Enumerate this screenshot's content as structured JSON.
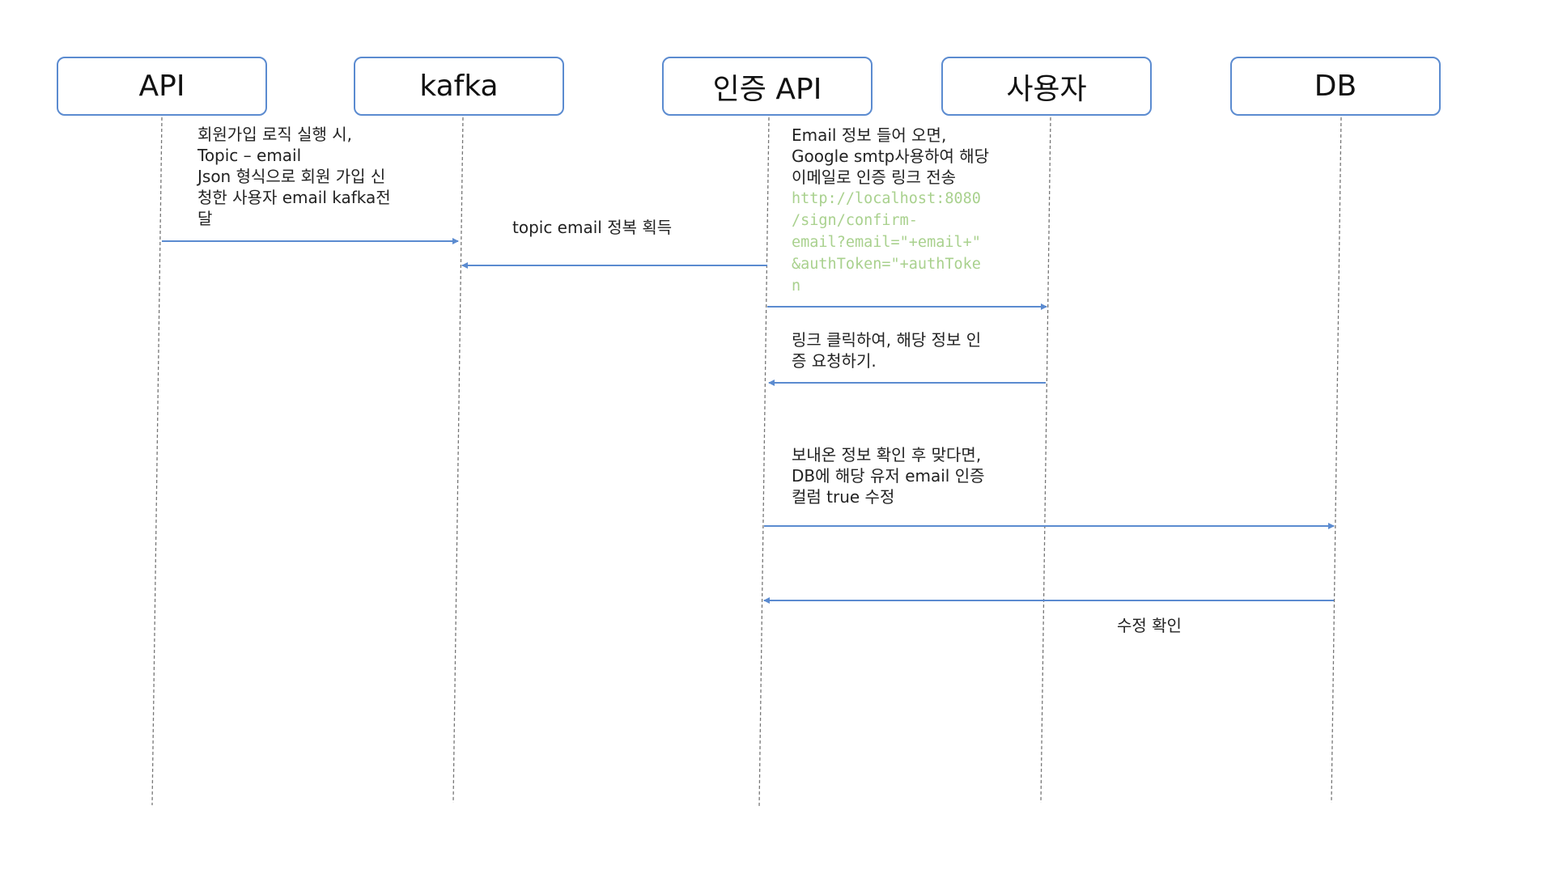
{
  "lifelines": [
    {
      "id": "api",
      "label": "API"
    },
    {
      "id": "kafka",
      "label": "kafka"
    },
    {
      "id": "auth_api",
      "label": "인증 API"
    },
    {
      "id": "user",
      "label": "사용자"
    },
    {
      "id": "db",
      "label": "DB"
    }
  ],
  "messages": [
    {
      "from": "api",
      "to": "kafka",
      "note": [
        "회원가입 로직 실행 시,",
        "Topic – email",
        "Json 형식으로 회원 가입 신",
        "청한 사용자 email kafka전",
        "달"
      ]
    },
    {
      "from": "auth_api",
      "to": "kafka",
      "note": [
        "topic email 정복 획득"
      ]
    },
    {
      "from": "auth_api",
      "to": "user",
      "note": [
        "Email 정보 들어 오면,",
        "Google smtp사용하여 해당",
        "이메일로 인증 링크 전송"
      ],
      "code": [
        "http://localhost:8080",
        "/sign/confirm-",
        "email?email=\"+email+\"",
        "&authToken=\"+authToke",
        "n"
      ]
    },
    {
      "from": "user",
      "to": "auth_api",
      "note": [
        "링크 클릭하여, 해당 정보 인",
        "증 요청하기."
      ]
    },
    {
      "from": "auth_api",
      "to": "db",
      "note": [
        "보내온 정보 확인 후 맞다면,",
        "DB에 해당 유저 email 인증",
        "컬럼 true 수정"
      ]
    },
    {
      "from": "db",
      "to": "auth_api",
      "note": [
        "수정 확인"
      ]
    }
  ],
  "colors": {
    "box_border": "#5b8bd0",
    "arrow": "#5b8bd0",
    "lifeline": "#777777",
    "code_text": "#a9d18e"
  }
}
